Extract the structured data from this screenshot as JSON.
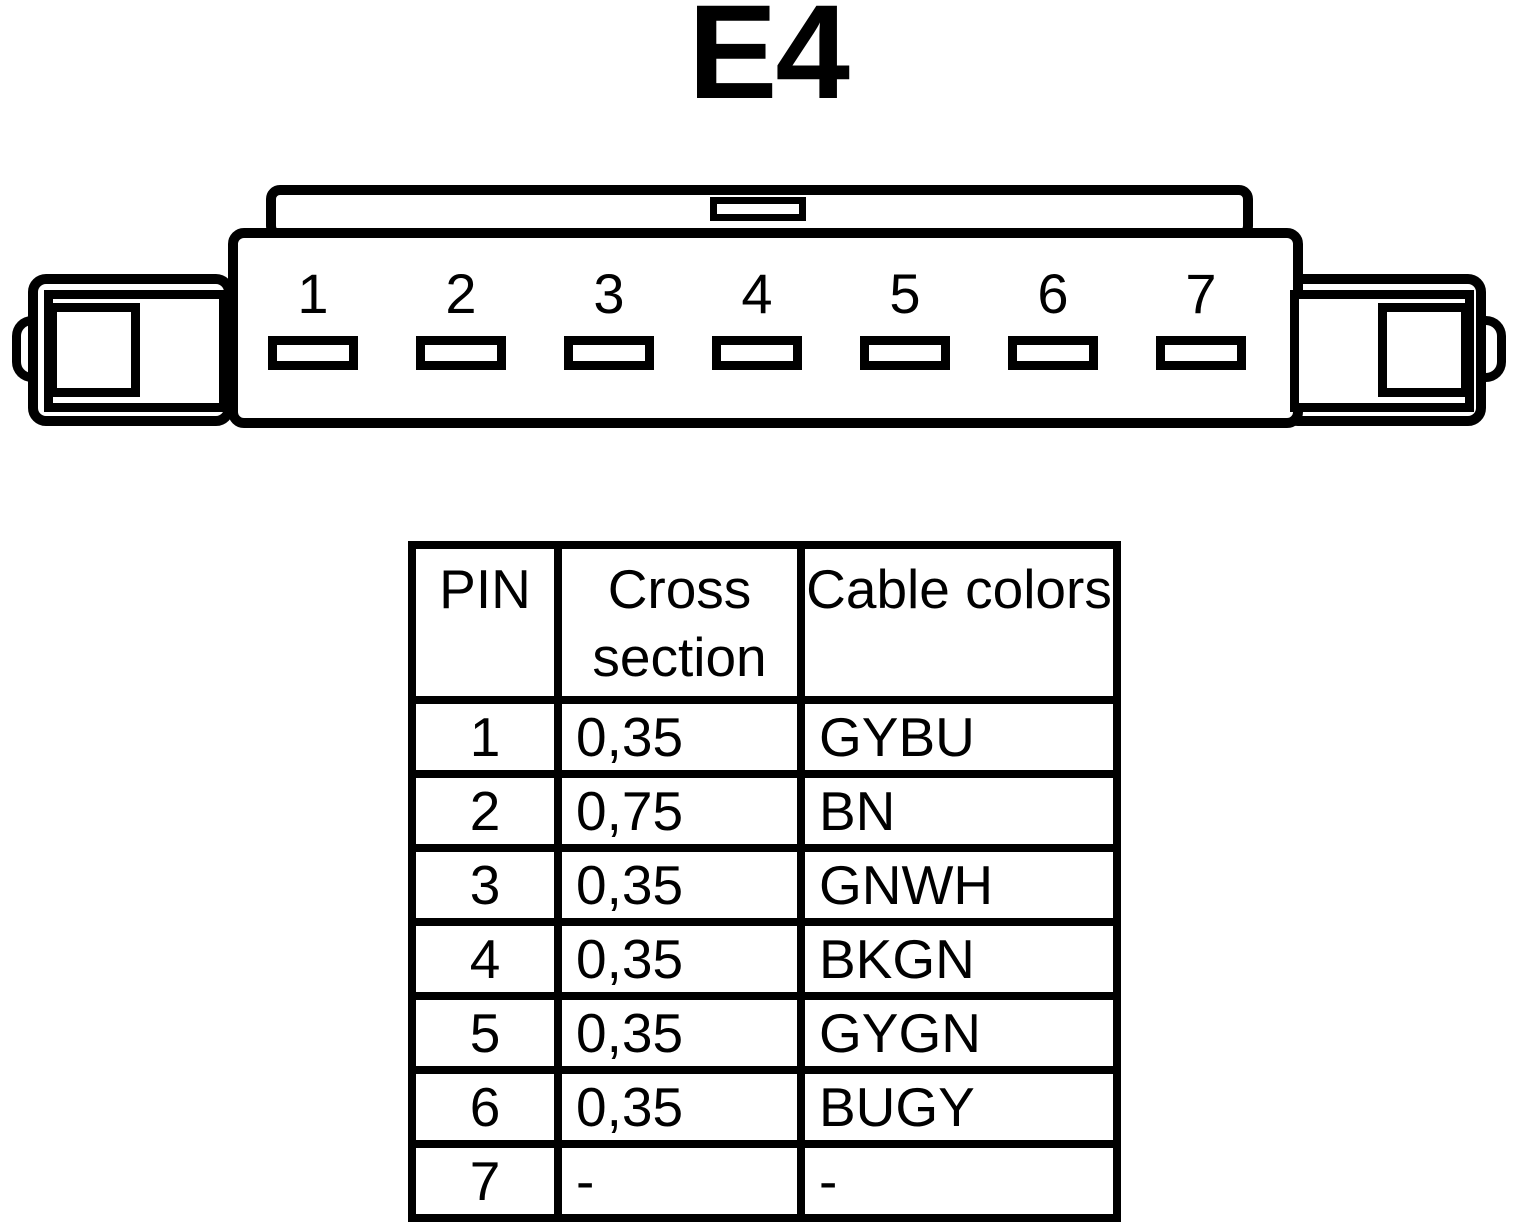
{
  "title": "E4",
  "colors": {
    "line": "#000000",
    "background": "#ffffff"
  },
  "connector": {
    "pins": [
      "1",
      "2",
      "3",
      "4",
      "5",
      "6",
      "7"
    ]
  },
  "table": {
    "headers": {
      "pin": "PIN",
      "cross_section": "Cross section",
      "cable_colors": "Cable colors"
    },
    "rows": [
      {
        "pin": "1",
        "cross_section": "0,35",
        "cable_color": "GYBU"
      },
      {
        "pin": "2",
        "cross_section": "0,75",
        "cable_color": "BN"
      },
      {
        "pin": "3",
        "cross_section": "0,35",
        "cable_color": "GNWH"
      },
      {
        "pin": "4",
        "cross_section": "0,35",
        "cable_color": "BKGN"
      },
      {
        "pin": "5",
        "cross_section": "0,35",
        "cable_color": "GYGN"
      },
      {
        "pin": "6",
        "cross_section": "0,35",
        "cable_color": "BUGY"
      },
      {
        "pin": "7",
        "cross_section": "-",
        "cable_color": "-"
      }
    ]
  }
}
